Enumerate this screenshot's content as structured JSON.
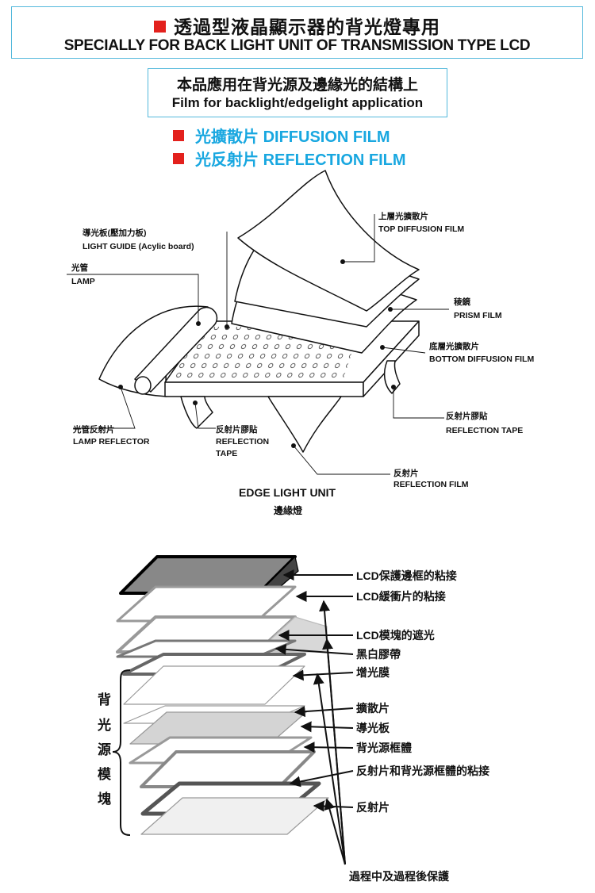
{
  "header": {
    "title_zh": "透過型液晶顯示器的背光燈專用",
    "title_en": "SPECIALLY FOR BACK LIGHT UNIT OF TRANSMISSION TYPE LCD"
  },
  "application": {
    "zh": "本品應用在背光源及邊緣光的結構上",
    "en": "Film for backlight/edgelight application"
  },
  "products": [
    {
      "zh": "光擴散片",
      "en": "DIFFUSION FILM"
    },
    {
      "zh": "光反射片",
      "en": "REFLECTION FILM"
    }
  ],
  "colors": {
    "accent_red": "#e3211d",
    "accent_blue": "#18a7e0",
    "frame_blue": "#54b9dc"
  },
  "diagram1": {
    "labels": {
      "top_diffusion_zh": "上層光擴散片",
      "top_diffusion_en": "TOP DIFFUSION FILM",
      "light_guide_zh": "導光板(壓加力板)",
      "light_guide_en": "LIGHT GUIDE (Acylic board)",
      "lamp_zh": "光管",
      "lamp_en": "LAMP",
      "prism_zh": "稜鏡",
      "prism_en": "PRISM FILM",
      "bottom_diffusion_zh": "底層光擴散片",
      "bottom_diffusion_en": "BOTTOM DIFFUSION FILM",
      "reflection_tape_right_zh": "反射片膠貼",
      "reflection_tape_right_en": "REFLECTION TAPE",
      "lamp_reflector_zh": "光管反射片",
      "lamp_reflector_en": "LAMP REFLECTOR",
      "reflection_tape_left_zh": "反射片膠貼",
      "reflection_tape_left_en1": "REFLECTION",
      "reflection_tape_left_en2": "TAPE",
      "reflection_film_zh": "反射片",
      "reflection_film_en": "REFLECTION FILM"
    },
    "caption_en": "EDGE LIGHT UNIT",
    "caption_zh": "邊緣燈"
  },
  "diagram2": {
    "labels": [
      "LCD保護邊框的粘接",
      "LCD緩衝片的粘接",
      "LCD模塊的遮光",
      "黑白膠帶",
      "增光膜",
      "擴散片",
      "導光板",
      "背光源框體",
      "反射片和背光源框體的粘接",
      "反射片",
      "過程中及過程後保護"
    ],
    "module_chars": [
      "背",
      "光",
      "源",
      "模",
      "塊"
    ]
  }
}
